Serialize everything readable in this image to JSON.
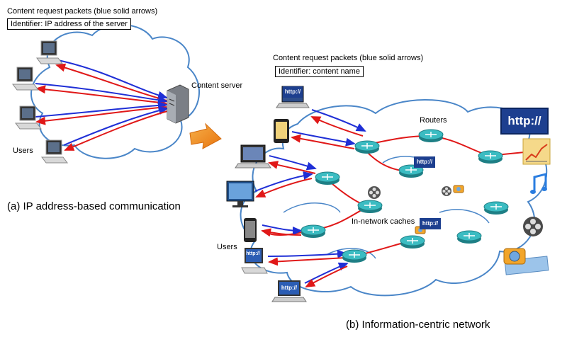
{
  "panel_a": {
    "packets_title": "Content request packets (blue solid arrows)",
    "identifier": "Identifier: IP address of the server",
    "server_label": "Content server",
    "users_label": "Users",
    "caption": "(a) IP address-based  communication"
  },
  "panel_b": {
    "packets_title": "Content request packets (blue solid arrows)",
    "identifier": "Identifier: content name",
    "routers_label": "Routers",
    "caches_label": "In-network caches",
    "users_label": "Users",
    "caption": "(b) Information-centric network",
    "http_big": "http://",
    "http_small": "http://"
  },
  "colors": {
    "request_arrow": "#1f2fd6",
    "response_arrow": "#e01818",
    "cloud_stroke": "#4a86c8",
    "router_fill": "#2aa3a8",
    "transition_arrow": "#f08a1c"
  }
}
